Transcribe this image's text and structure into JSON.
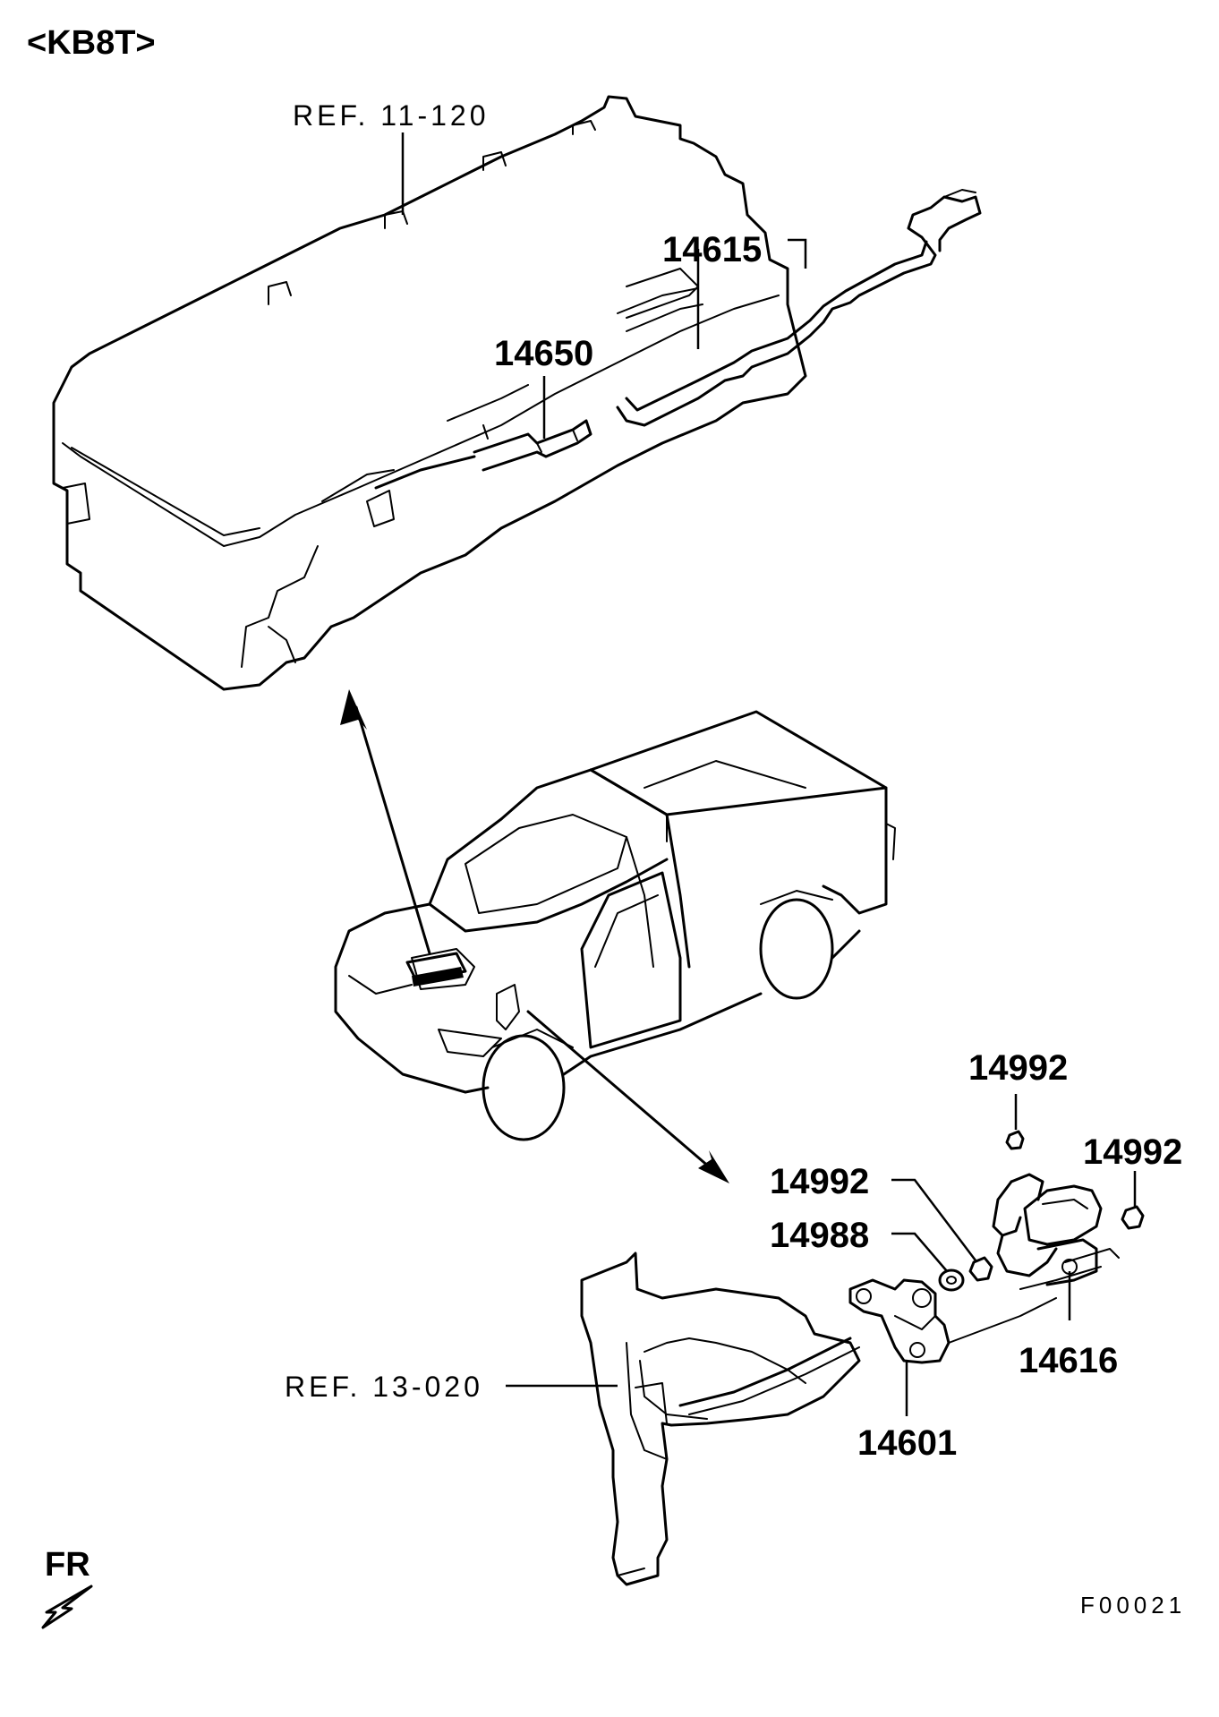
{
  "title": "<KB8T>",
  "figure_code": "F00021",
  "direction_label": "FR",
  "references": {
    "top": "REF. 11-120",
    "bottom": "REF. 13-020"
  },
  "parts": {
    "p14615": "14615",
    "p14650": "14650",
    "p14992_top": "14992",
    "p14992_left": "14992",
    "p14992_right": "14992",
    "p14988": "14988",
    "p14616": "14616",
    "p14601": "14601"
  },
  "icons": {
    "front_arrow": "fr-arrow-icon"
  }
}
